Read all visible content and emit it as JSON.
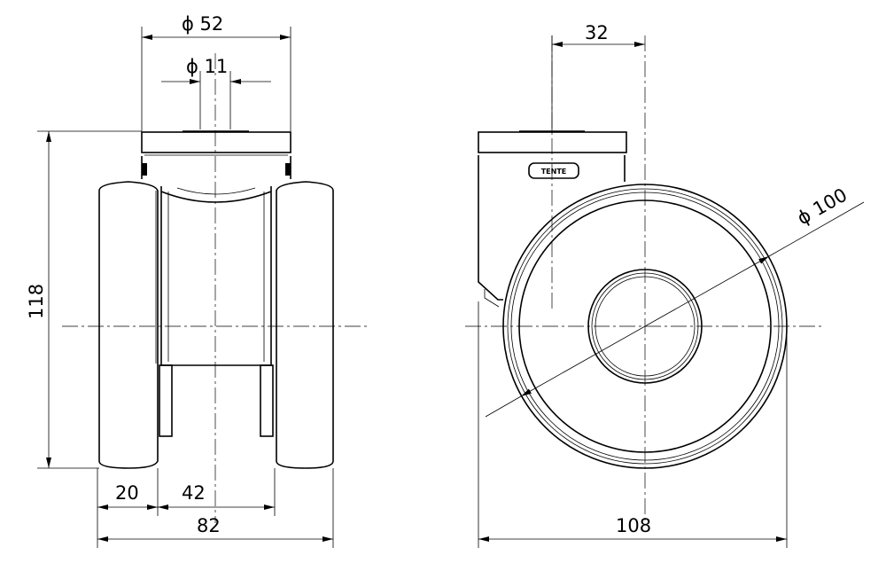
{
  "drawing": {
    "front_view": {
      "dimensions": {
        "plate_diameter": "ϕ 52",
        "bolt_hole_diameter": "ϕ 11",
        "overall_height": "118",
        "wheel_width": "20",
        "body_width": "42",
        "overall_width": "82"
      }
    },
    "side_view": {
      "dimensions": {
        "offset": "32",
        "wheel_diameter": "ϕ 100",
        "overall_length": "108"
      },
      "logo": "TENTE"
    }
  }
}
